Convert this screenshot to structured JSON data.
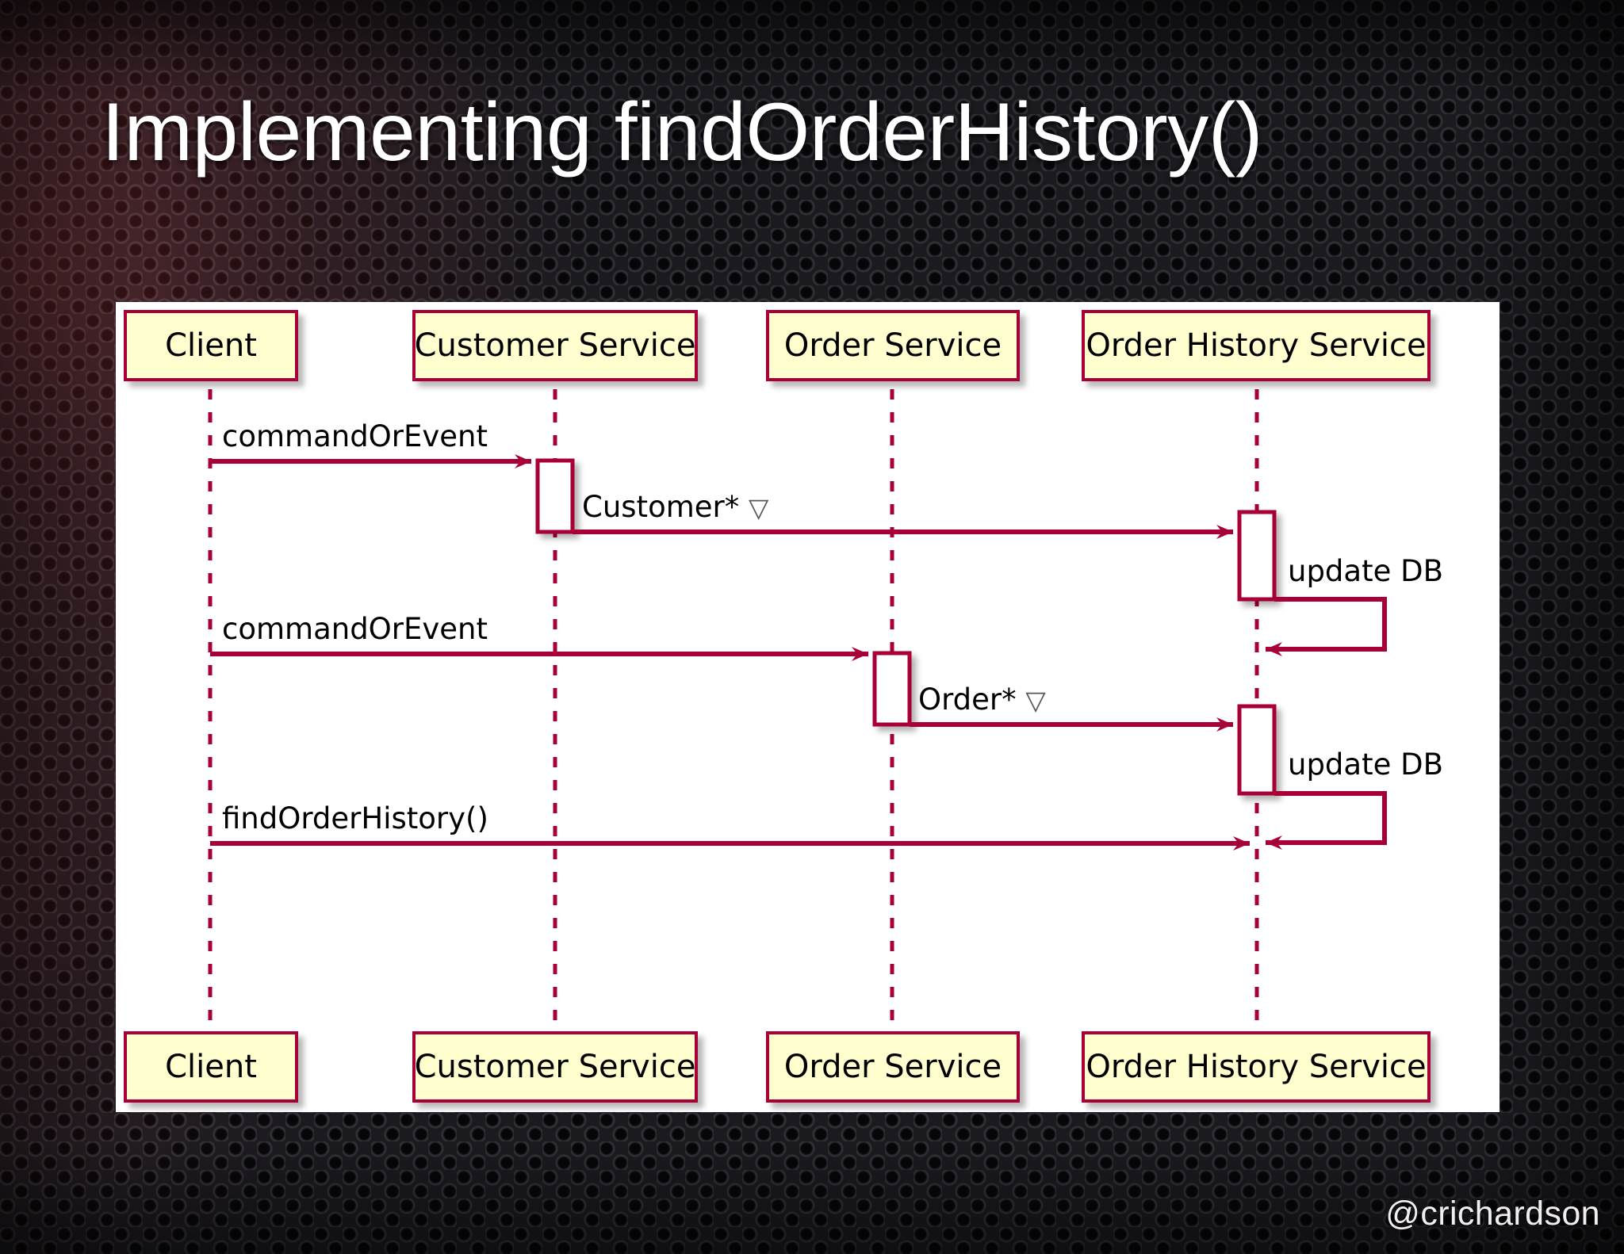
{
  "slide": {
    "title": "Implementing findOrderHistory()",
    "watermark": "@crichardson",
    "background": "#1b1a1f",
    "title_color": "#ffffff"
  },
  "diagram": {
    "type": "uml-sequence-diagram",
    "colors": {
      "canvas": "#ffffff",
      "participant_fill": "#fefece",
      "participant_border": "#a80036",
      "lifeline": "#a80036",
      "arrow": "#a80036",
      "activation_fill": "#ffffff",
      "text": "#000000"
    },
    "participants": [
      {
        "id": "client",
        "label": "Client"
      },
      {
        "id": "customer",
        "label": "Customer Service"
      },
      {
        "id": "order",
        "label": "Order Service"
      },
      {
        "id": "history",
        "label": "Order History Service"
      }
    ],
    "messages": [
      {
        "id": "m1",
        "label": "commandOrEvent",
        "from": "client",
        "to": "customer",
        "kind": "call"
      },
      {
        "id": "m2",
        "label": "Customer*",
        "suffix_icon": "triangle-down-icon",
        "from": "customer",
        "to": "history",
        "kind": "call"
      },
      {
        "id": "m3",
        "label": "update DB",
        "from": "history",
        "to": "history",
        "kind": "self-call"
      },
      {
        "id": "m4",
        "label": "commandOrEvent",
        "from": "client",
        "to": "order",
        "kind": "call"
      },
      {
        "id": "m5",
        "label": "Order*",
        "suffix_icon": "triangle-down-icon",
        "from": "order",
        "to": "history",
        "kind": "call"
      },
      {
        "id": "m6",
        "label": "update DB",
        "from": "history",
        "to": "history",
        "kind": "self-call"
      },
      {
        "id": "m7",
        "label": "findOrderHistory()",
        "from": "client",
        "to": "history",
        "kind": "call"
      }
    ],
    "icons": {
      "triangle_down": "▽"
    }
  }
}
